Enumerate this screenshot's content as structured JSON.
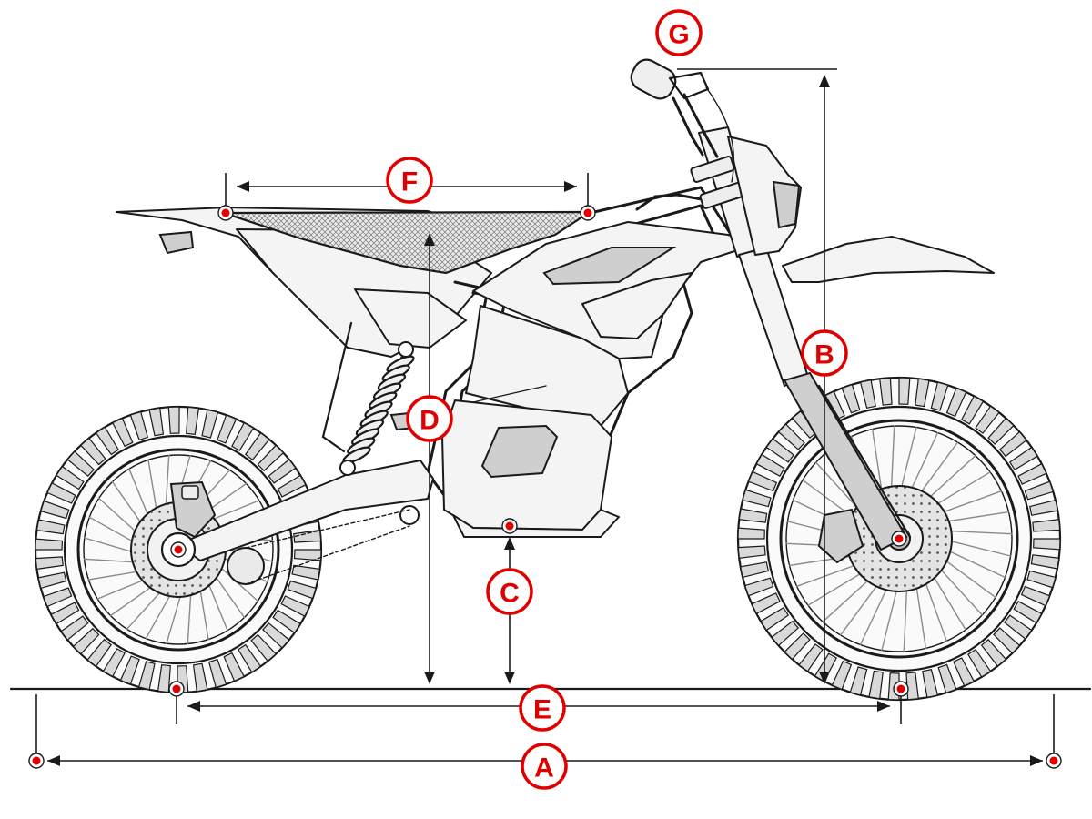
{
  "diagram": {
    "labels": {
      "A": "A",
      "B": "B",
      "C": "C",
      "D": "D",
      "E": "E",
      "F": "F",
      "G": "G"
    },
    "colors": {
      "accent": "#e00000",
      "line": "#1a1a1a",
      "background": "#ffffff"
    }
  }
}
